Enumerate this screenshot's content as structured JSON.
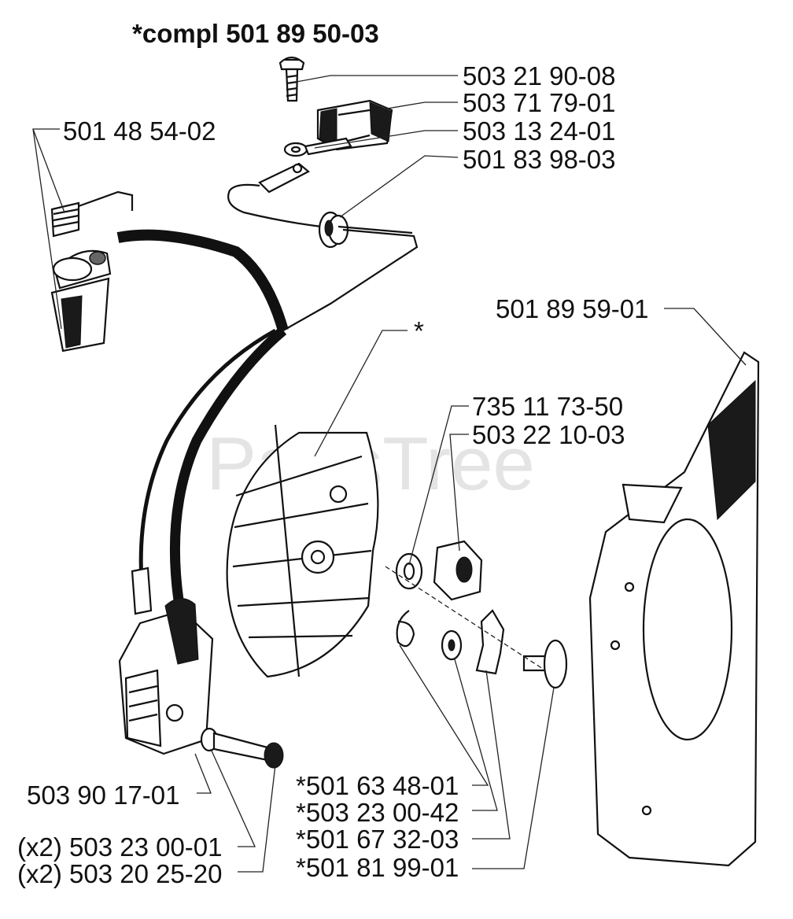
{
  "title": "*compl 501 89 50-03",
  "watermark": "PartsTree",
  "asterisk_marker": "*",
  "labels": {
    "screw_top": "503 21 90-08",
    "switch": "503 71 79-01",
    "terminal": "503 13 24-01",
    "wire": "501 83 98-03",
    "spark_cap": "501 48 54-02",
    "plate": "501 89 59-01",
    "washer": "735 11 73-50",
    "nut": "503 22 10-03",
    "ignition_module": "503 90 17-01",
    "spring": "*501 63 48-01",
    "small_washer": "*503 23 00-42",
    "pawl": "*501 67 32-03",
    "pawl_screw": "*501 81 99-01",
    "module_washer": "(x2) 503 23 00-01",
    "module_screw": "(x2) 503 20 25-20"
  }
}
